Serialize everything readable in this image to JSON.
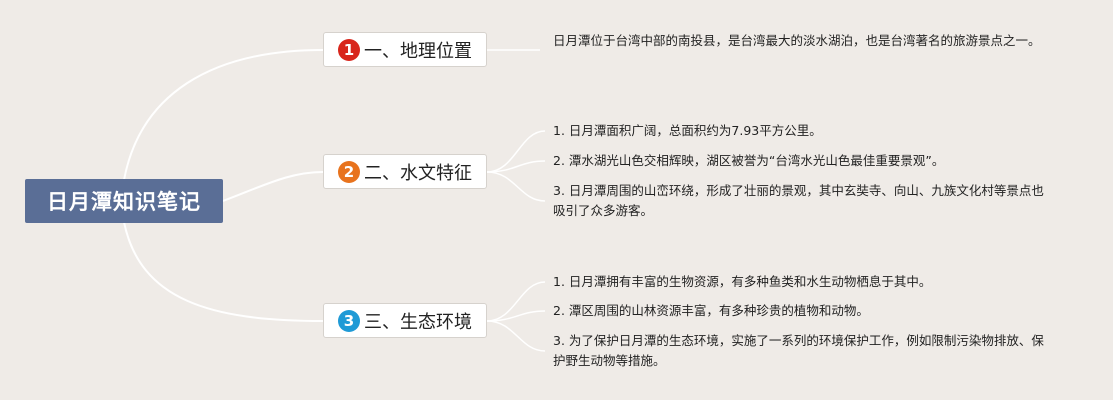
{
  "root": {
    "title": "日月潭知识笔记"
  },
  "branches": [
    {
      "number": "1",
      "label": "一、地理位置",
      "badge_color": "#d8261c",
      "leaves": [
        {
          "text": "日月潭位于台湾中部的南投县，是台湾最大的淡水湖泊，也是台湾著名的旅游景点之一。"
        }
      ]
    },
    {
      "number": "2",
      "label": "二、水文特征",
      "badge_color": "#e8731d",
      "leaves": [
        {
          "text": "1. 日月潭面积广阔，总面积约为7.93平方公里。"
        },
        {
          "text": "2. 潭水湖光山色交相辉映，湖区被誉为“台湾水光山色最佳重要景观”。"
        },
        {
          "text": "3. 日月潭周围的山峦环绕，形成了壮丽的景观，其中玄奘寺、向山、九族文化村等景点也吸引了众多游客。"
        }
      ]
    },
    {
      "number": "3",
      "label": "三、生态环境",
      "badge_color": "#1f9ad6",
      "leaves": [
        {
          "text": "1. 日月潭拥有丰富的生物资源，有多种鱼类和水生动物栖息于其中。"
        },
        {
          "text": "2. 潭区周围的山林资源丰富，有多种珍贵的植物和动物。"
        },
        {
          "text": "3. 为了保护日月潭的生态环境，实施了一系列的环境保护工作，例如限制污染物排放、保护野生动物等措施。"
        }
      ]
    }
  ]
}
